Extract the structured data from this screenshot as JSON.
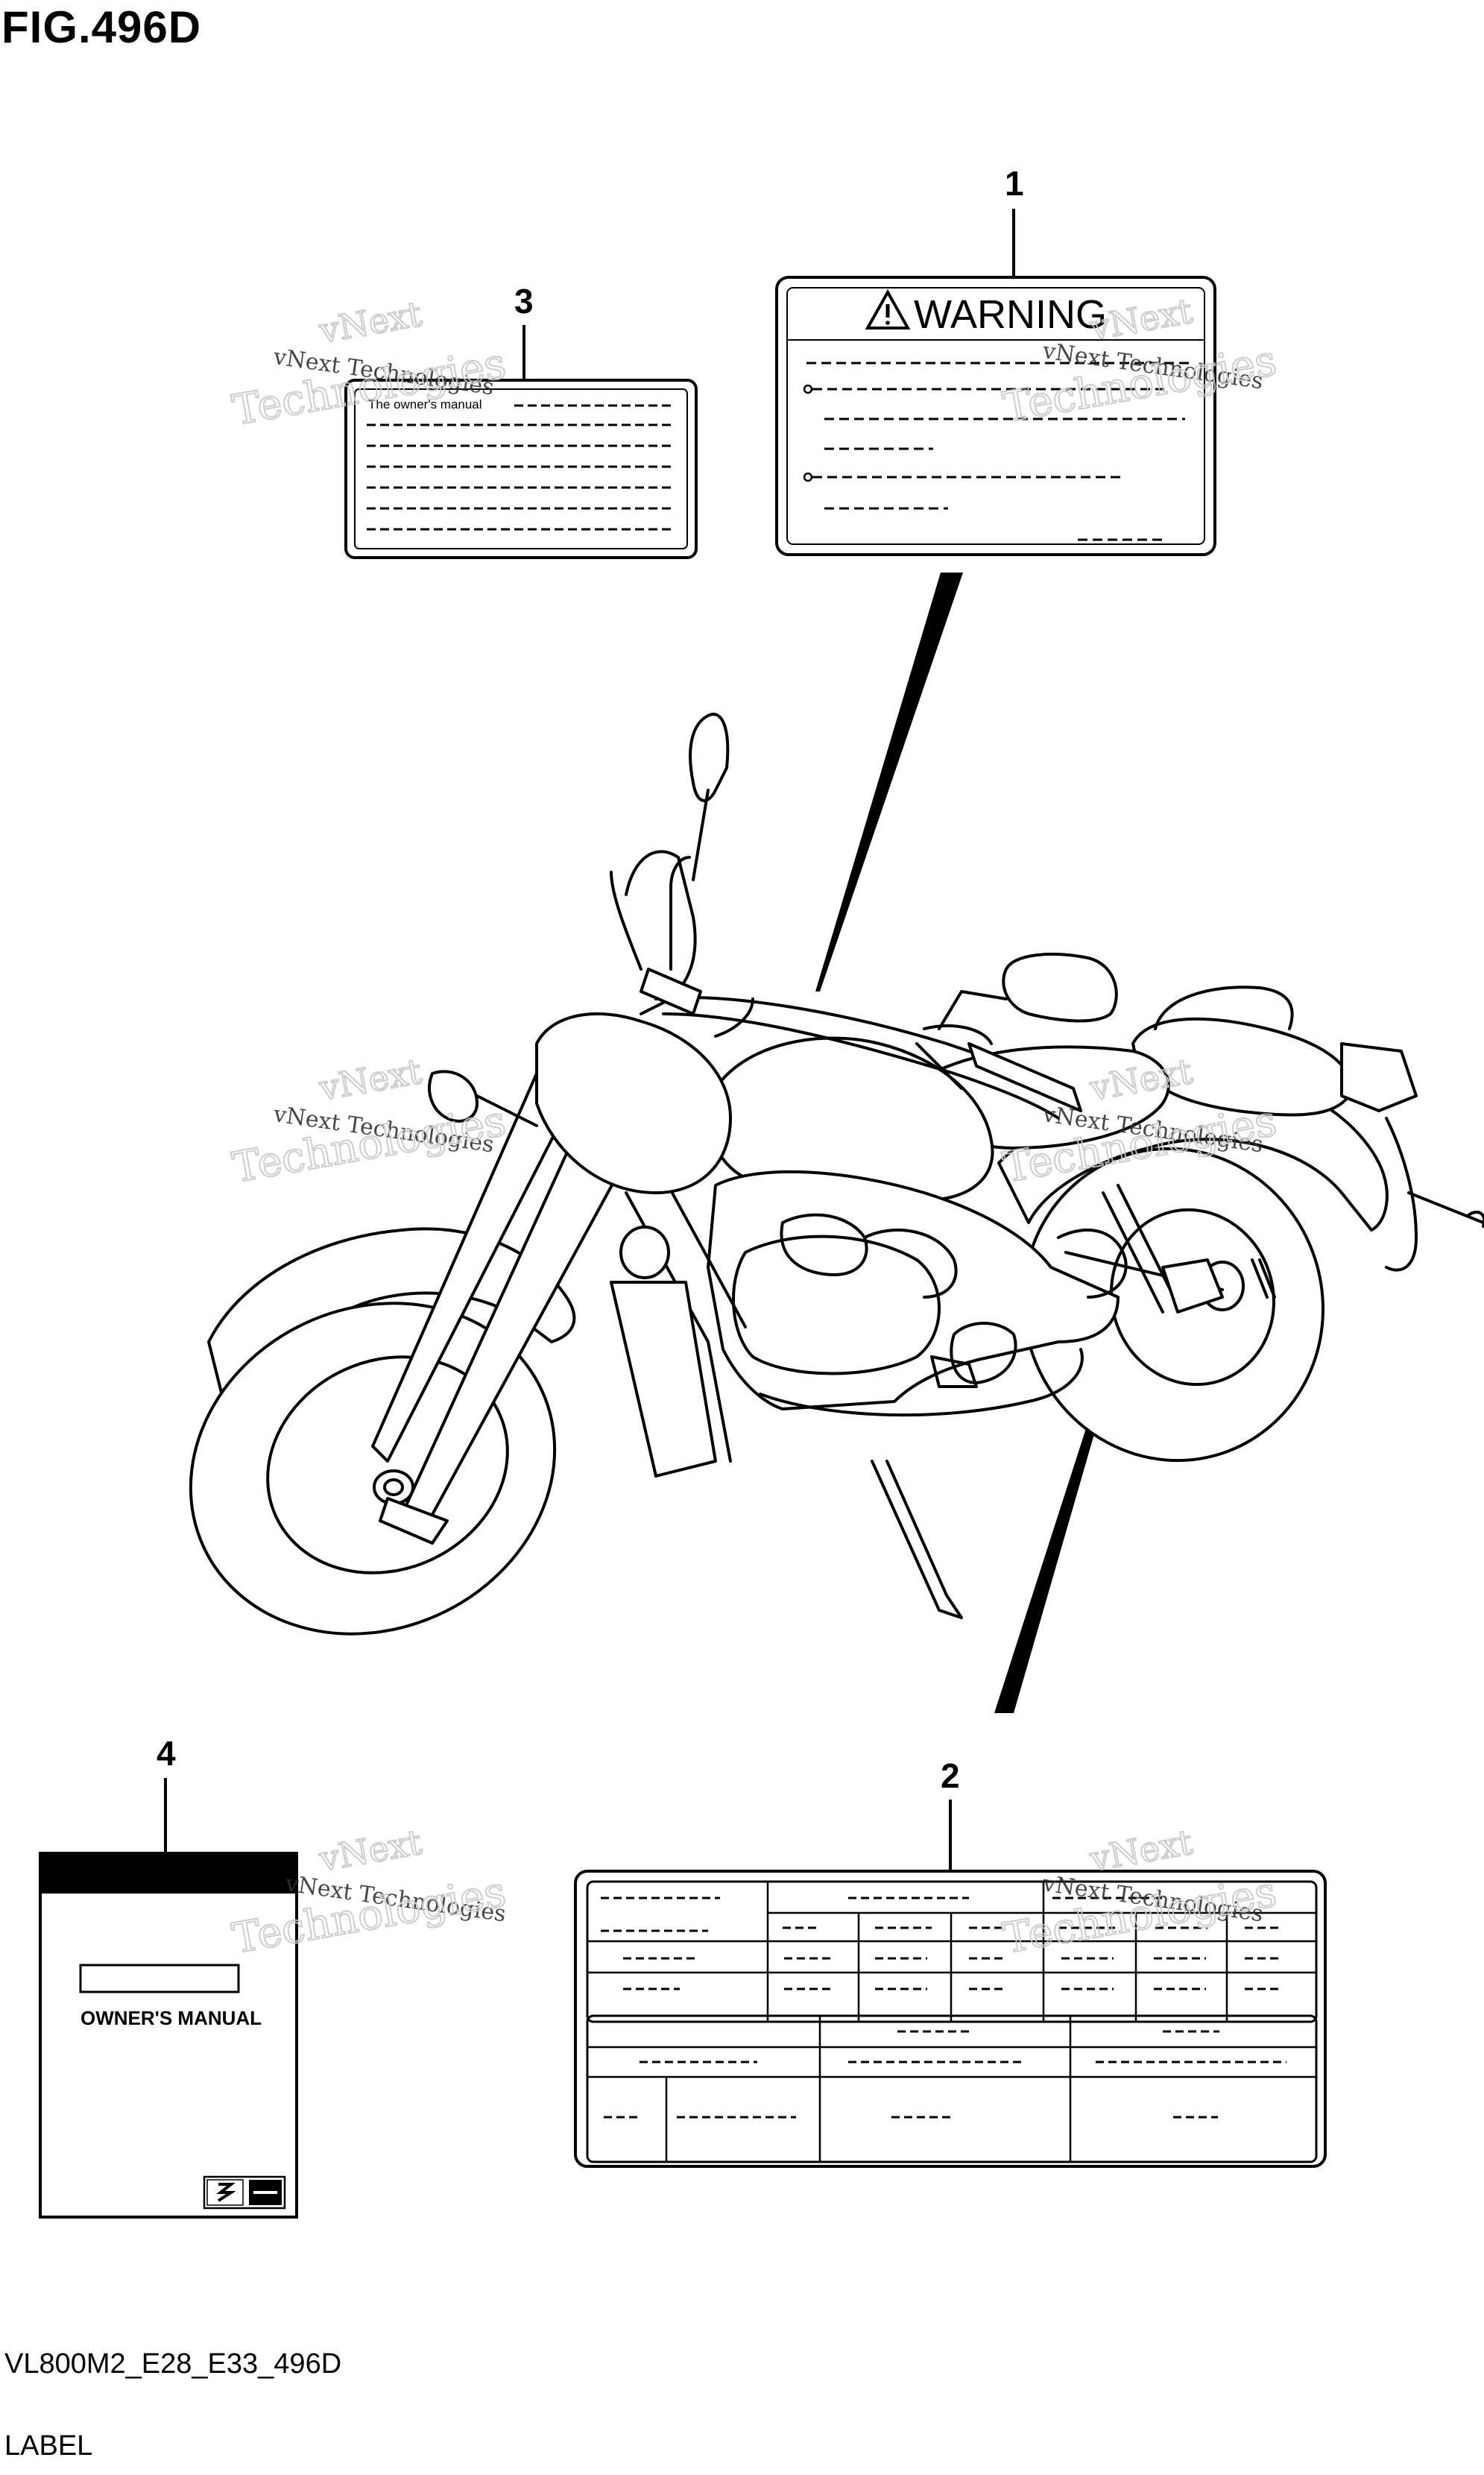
{
  "figure": {
    "title": "FIG.496D",
    "code": "VL800M2_E28_E33_496D",
    "name": "LABEL"
  },
  "callouts": [
    "1",
    "2",
    "3",
    "4"
  ],
  "labels": {
    "warning": {
      "heading": "WARNING"
    },
    "owners_card": {
      "text": "The owner's manual"
    },
    "owners_manual": {
      "title": "OWNER'S MANUAL"
    }
  },
  "watermark": {
    "line1": "vNext Technologies",
    "line2": "vNext",
    "line3": "Technologies"
  },
  "colors": {
    "ink": "#000000",
    "watermark": "#c8c8c8",
    "background": "#ffffff"
  }
}
